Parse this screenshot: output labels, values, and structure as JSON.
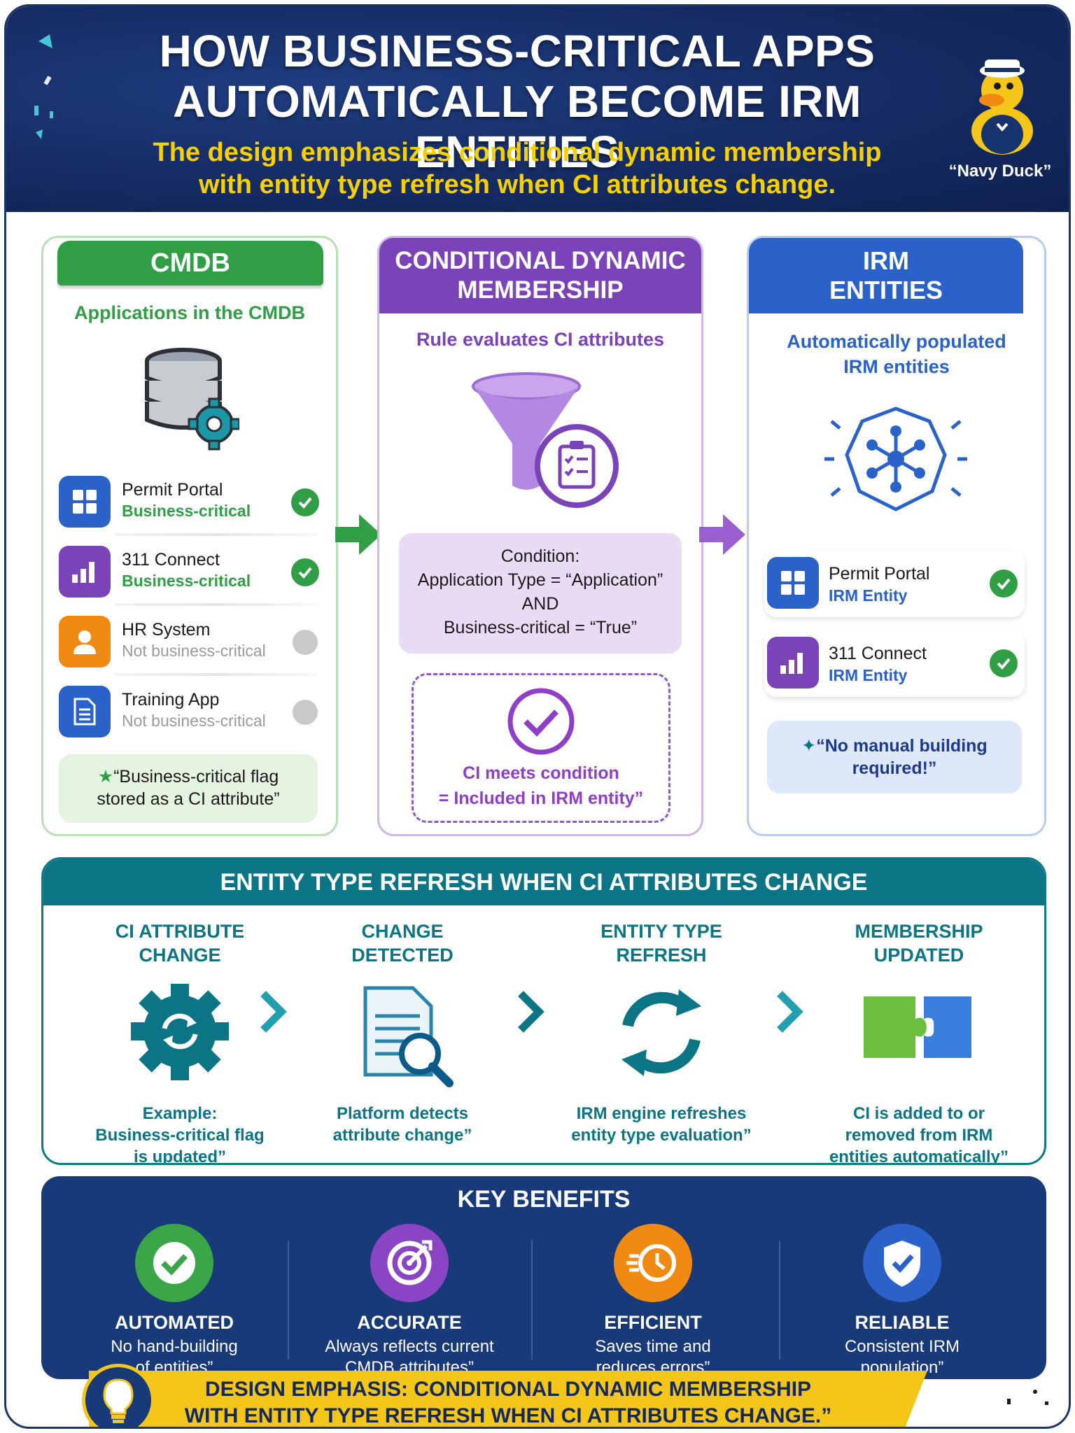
{
  "header": {
    "title_line1": "HOW BUSINESS-CRITICAL APPS",
    "title_line2": "AUTOMATICALLY BECOME IRM ENTITIES",
    "subtitle_line1": "The design emphasizes conditional dynamic membership",
    "subtitle_line2": "with entity type refresh when CI attributes change.",
    "mascot_label": "“Navy Duck”"
  },
  "cmdb": {
    "title": "CMDB",
    "subtitle": "Applications in the CMDB",
    "apps": [
      {
        "name": "Permit Portal",
        "status": "Business-critical",
        "icon": "grid-icon",
        "color": "#2a62c9",
        "included": true
      },
      {
        "name": "311 Connect",
        "status": "Business-critical",
        "icon": "bar-chart-icon",
        "color": "#7b43b8",
        "included": true
      },
      {
        "name": "HR System",
        "status": "Not business-critical",
        "icon": "person-icon",
        "color": "#f08a12",
        "included": false
      },
      {
        "name": "Training App",
        "status": "Not business-critical",
        "icon": "document-icon",
        "color": "#2a62c9",
        "included": false
      }
    ],
    "note_line1": "“Business-critical flag",
    "note_line2": "stored as a CI attribute”"
  },
  "condition": {
    "title_line1": "CONDITIONAL DYNAMIC",
    "title_line2": "MEMBERSHIP",
    "subtitle": "Rule evaluates CI attributes",
    "box_line1": "Condition:",
    "box_line2": "Application Type = “Application”",
    "box_line3": "AND",
    "box_line4": "Business-critical = “True”",
    "result_line1": "CI meets condition",
    "result_line2": "= Included in IRM entity”"
  },
  "irm": {
    "title_line1": "IRM",
    "title_line2": "ENTITIES",
    "subtitle_line1": "Automatically populated",
    "subtitle_line2": "IRM entities",
    "entities": [
      {
        "name": "Permit Portal",
        "status": "IRM Entity",
        "icon": "grid-icon",
        "color": "#2a62c9"
      },
      {
        "name": "311 Connect",
        "status": "IRM Entity",
        "icon": "bar-chart-icon",
        "color": "#7b43b8"
      }
    ],
    "note_line1": "“No manual building",
    "note_line2": "required!”"
  },
  "refresh": {
    "title": "ENTITY TYPE REFRESH WHEN CI ATTRIBUTES CHANGE",
    "steps": [
      {
        "h1": "CI ATTRIBUTE",
        "h2": "CHANGE",
        "t1": "Example:",
        "t2": "Business-critical flag",
        "t3": "is updated”",
        "icon": "gear-refresh-icon"
      },
      {
        "h1": "CHANGE",
        "h2": "DETECTED",
        "t1": "Platform detects",
        "t2": "attribute change”",
        "t3": "",
        "icon": "document-search-icon"
      },
      {
        "h1": "ENTITY TYPE",
        "h2": "REFRESH",
        "t1": "IRM engine refreshes",
        "t2": "entity type evaluation”",
        "t3": "",
        "icon": "refresh-icon"
      },
      {
        "h1": "MEMBERSHIP",
        "h2": "UPDATED",
        "t1": "CI is added to or",
        "t2": "removed from IRM",
        "t3": "entities automatically”",
        "icon": "puzzle-icon"
      }
    ]
  },
  "benefits": {
    "title": "KEY BENEFITS",
    "items": [
      {
        "h": "AUTOMATED",
        "t1": "No hand-building",
        "t2": "of entities”",
        "color": "#3aa648",
        "icon": "check-circle-icon"
      },
      {
        "h": "ACCURATE",
        "t1": "Always reflects current",
        "t2": "CMDB attributes”",
        "color": "#8a45c4",
        "icon": "target-icon"
      },
      {
        "h": "EFFICIENT",
        "t1": "Saves time and",
        "t2": "reduces errors”",
        "color": "#f08a12",
        "icon": "fast-clock-icon"
      },
      {
        "h": "RELIABLE",
        "t1": "Consistent IRM",
        "t2": "population”",
        "color": "#2a62c9",
        "icon": "shield-check-icon"
      }
    ]
  },
  "banner": {
    "line1": "DESIGN EMPHASIS: CONDITIONAL DYNAMIC MEMBERSHIP",
    "line2": "WITH ENTITY TYPE REFRESH WHEN CI ATTRIBUTES CHANGE.”"
  }
}
